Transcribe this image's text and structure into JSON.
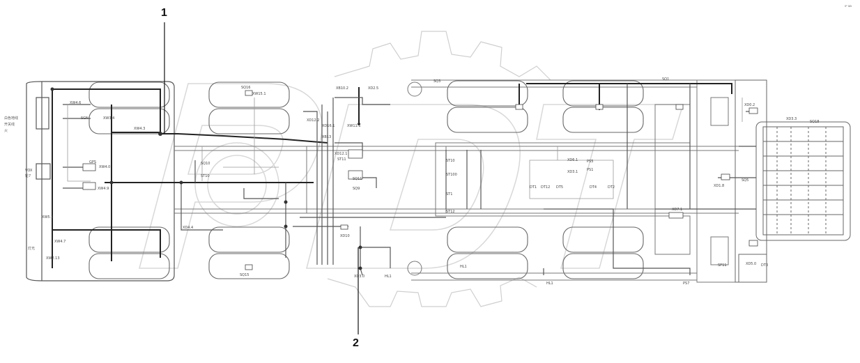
{
  "callouts": {
    "c1": "1",
    "c2": "2"
  },
  "corner_note": "s² aa",
  "labels": {
    "left_cn_1": "白色地线",
    "left_cn_2": "开关线",
    "left_cn_3": "火",
    "vox": "VOX",
    "vox2": "轮7",
    "xw4_6": "XW4.6",
    "sgn": "SGN",
    "xw3_4": "XW3.4",
    "xw4_3": "XW4.3",
    "gps": "GPS",
    "xw4_0": "XW4.0",
    "xw4_9": "XW4.9",
    "xw5_1": "XW5.1",
    "xw4_7": "XW4.7",
    "xw2_13": "XW2.13",
    "hl_cn": "灯光",
    "xd4_4": "XD4.4",
    "sq16": "SQ16",
    "xw15_1": "XW15.1",
    "sq15": "SQ15",
    "xb10_2": "XB10.2",
    "xd2_5": "XD2.5",
    "xd12_2": "XD12.2",
    "xd16_1": "XD16.1",
    "xb13": "XB13",
    "xw11_1": "XW11.1",
    "xd12_1": "XD12.1",
    "st11": "ST11",
    "sq10": "SQ10",
    "st10": "ST10",
    "st12": "ST12",
    "st1": "ST1",
    "st100": "ST100",
    "sq11": "SQ11",
    "sq9": "SQ9",
    "xd10": "XD10",
    "xd3_0": "XD3.0",
    "hl1": "HL1",
    "sq3": "SQ3",
    "sq1": "SQ1",
    "xd6_1": "XD6.1",
    "xd3_1": "XD3.1",
    "ps5": "PS5",
    "ps1": "PS1",
    "dt1": "DT1",
    "dt12": "DT12",
    "dt5": "DT5",
    "dt4": "DT4",
    "dt2": "DT2",
    "hl1b": "HL1",
    "hl1c": "HL1",
    "ps7": "PS7",
    "xd7_1": "XD7.1",
    "xd1_8": "XD1.8",
    "sq5": "SQ5",
    "xd0_2": "XD0.2",
    "sq18": "SQ18",
    "xd3_3": "XD3.3",
    "sp11": "SP11",
    "dt3": "DT3",
    "xd5_0": "XD5.0"
  }
}
